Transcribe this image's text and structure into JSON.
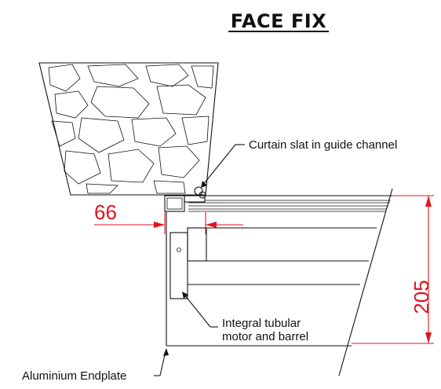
{
  "title": "FACE FIX",
  "labels": {
    "curtain_slat": "Curtain slat in guide channel",
    "motor_line1": "Integral tubular",
    "motor_line2": "motor and barrel",
    "endplate": "Aluminium Endplate"
  },
  "dimensions": {
    "projection": "66",
    "height": "205"
  },
  "colors": {
    "line": "#111111",
    "dimension": "#e0141e",
    "background": "#ffffff"
  }
}
